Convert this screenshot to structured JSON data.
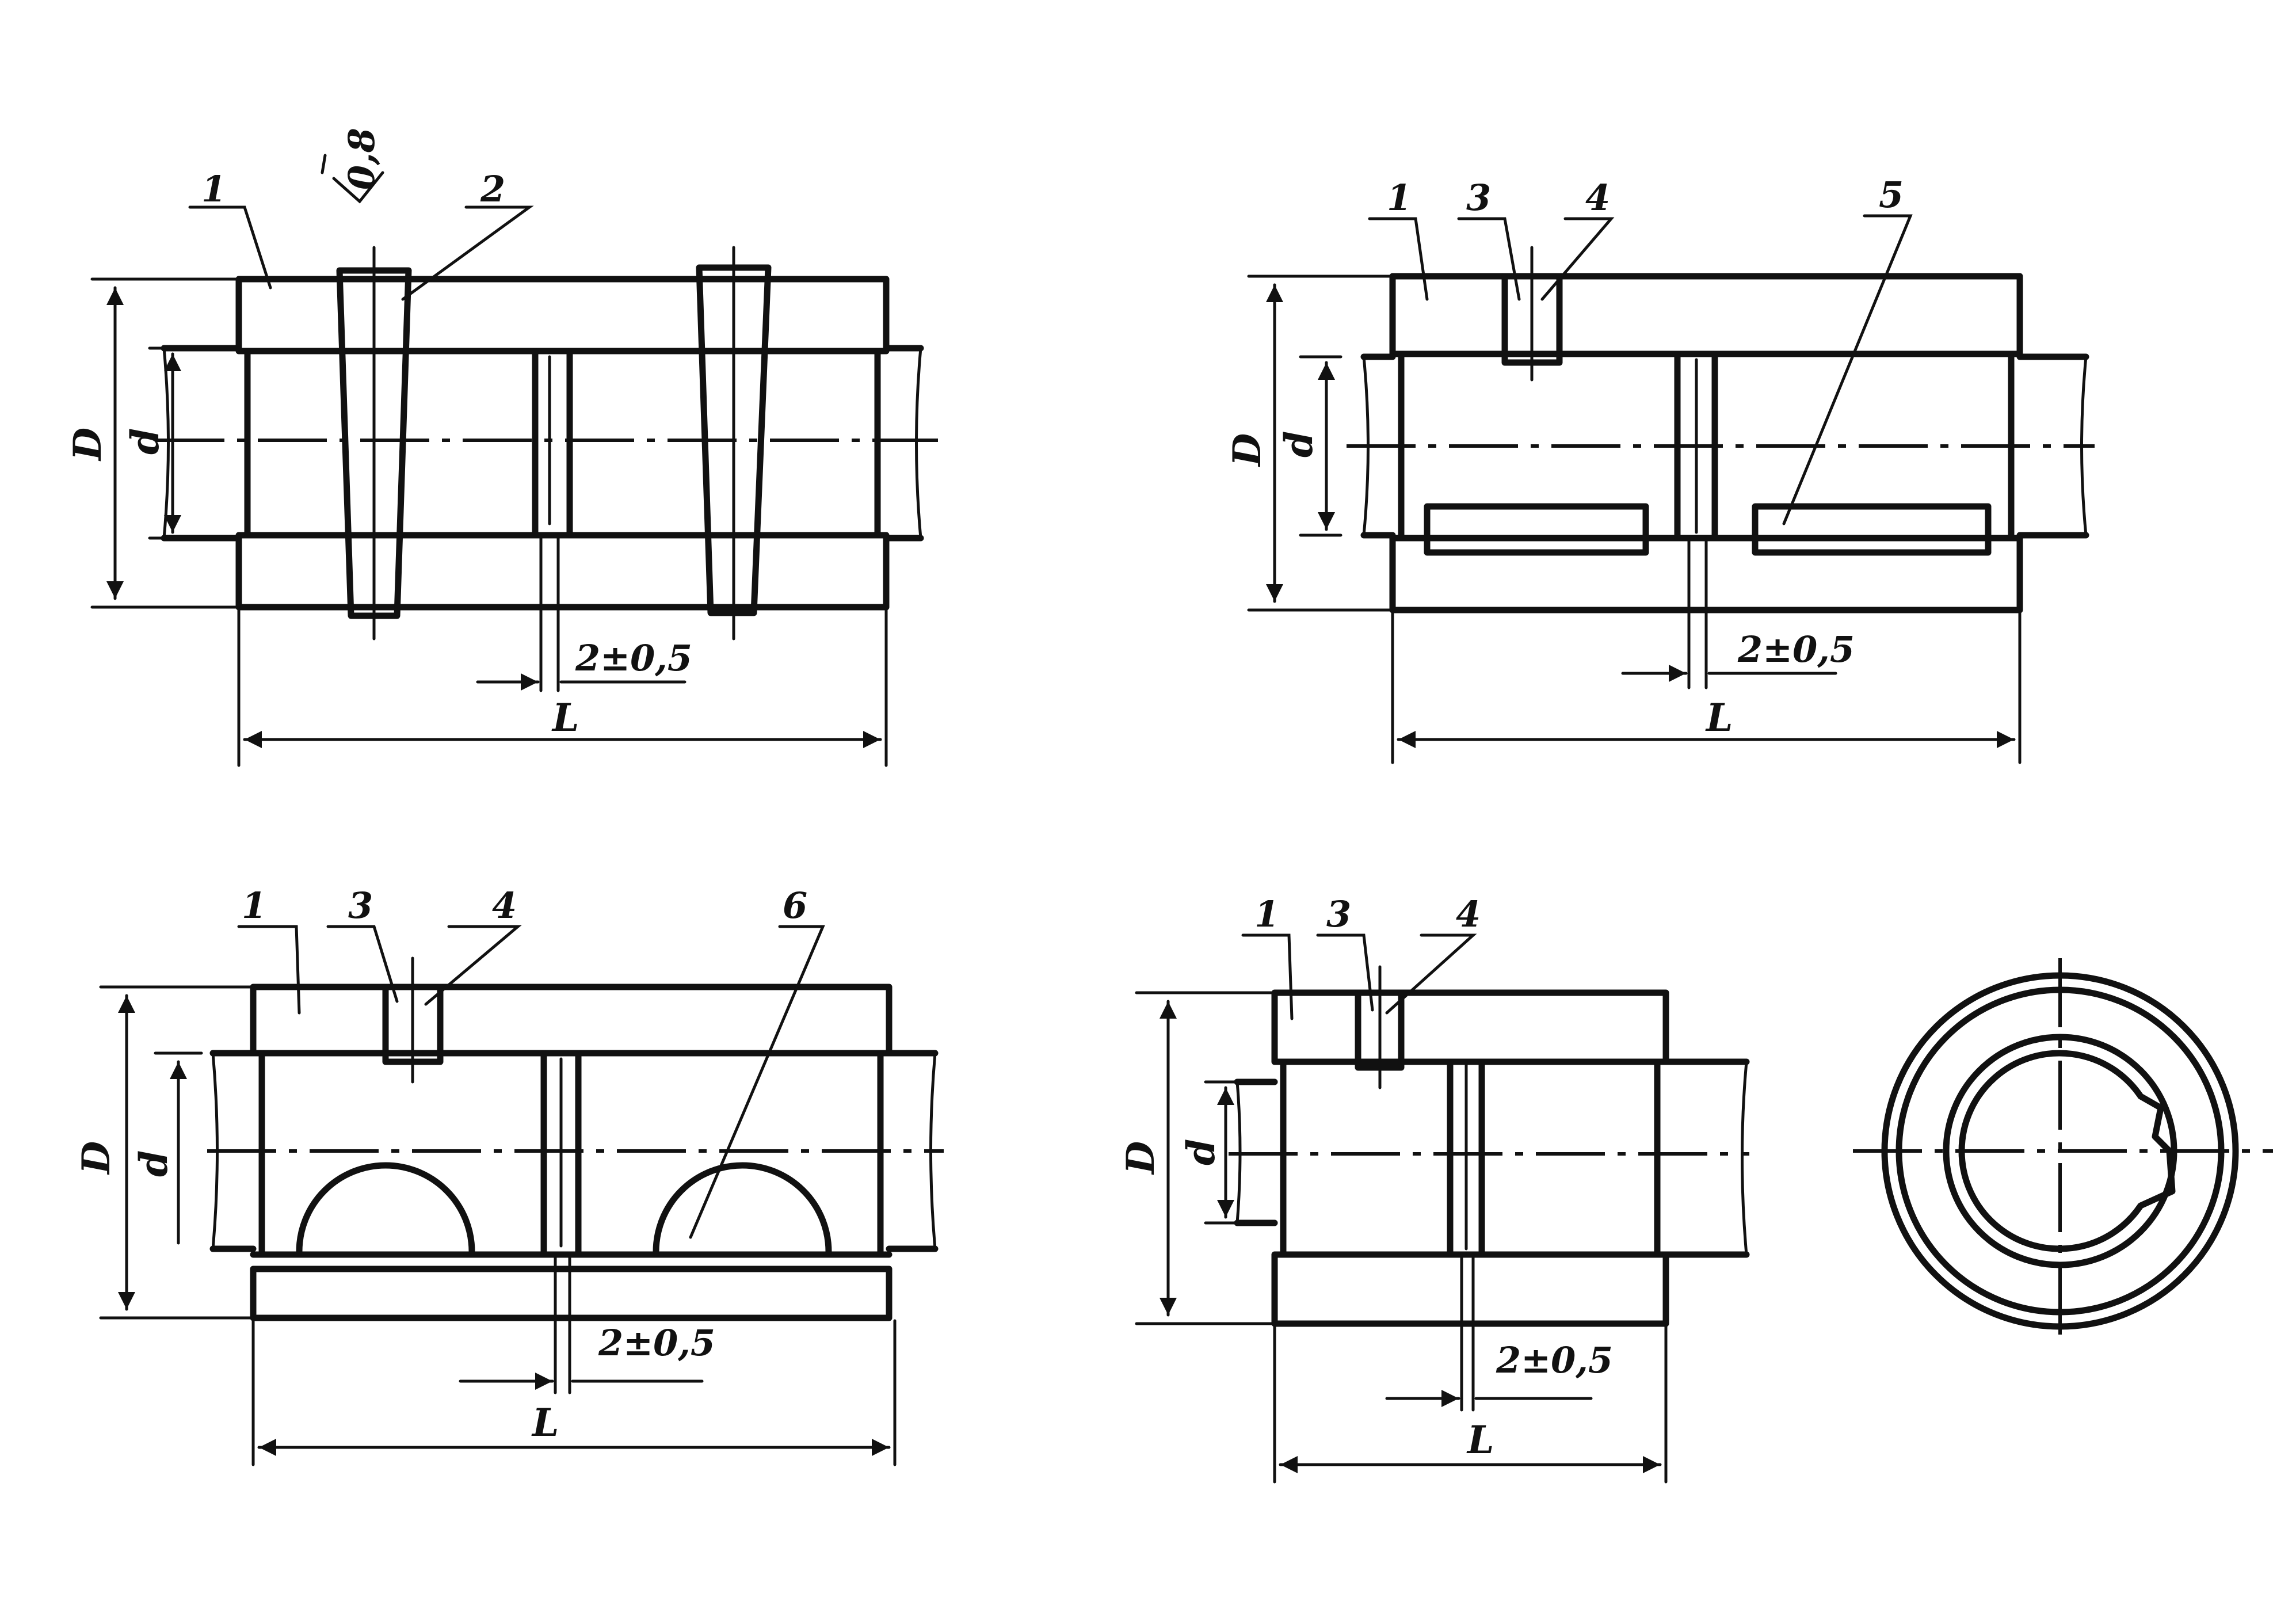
{
  "views": [
    {
      "id": "view-a",
      "callouts": [
        "1",
        "2"
      ],
      "surface_mark": "0,8",
      "dims": {
        "outer": "D",
        "inner": "d",
        "length": "L",
        "gap": "2±0,5"
      }
    },
    {
      "id": "view-b",
      "callouts": [
        "1",
        "3",
        "4",
        "5"
      ],
      "dims": {
        "outer": "D",
        "inner": "d",
        "length": "L",
        "gap": "2±0,5"
      }
    },
    {
      "id": "view-c",
      "callouts": [
        "1",
        "3",
        "4",
        "6"
      ],
      "dims": {
        "outer": "D",
        "inner": "d",
        "length": "L",
        "gap": "2±0,5"
      }
    },
    {
      "id": "view-d",
      "callouts": [
        "1",
        "3",
        "4"
      ],
      "dims": {
        "outer": "D",
        "inner": "d",
        "length": "L",
        "gap": "2±0,5"
      }
    }
  ]
}
